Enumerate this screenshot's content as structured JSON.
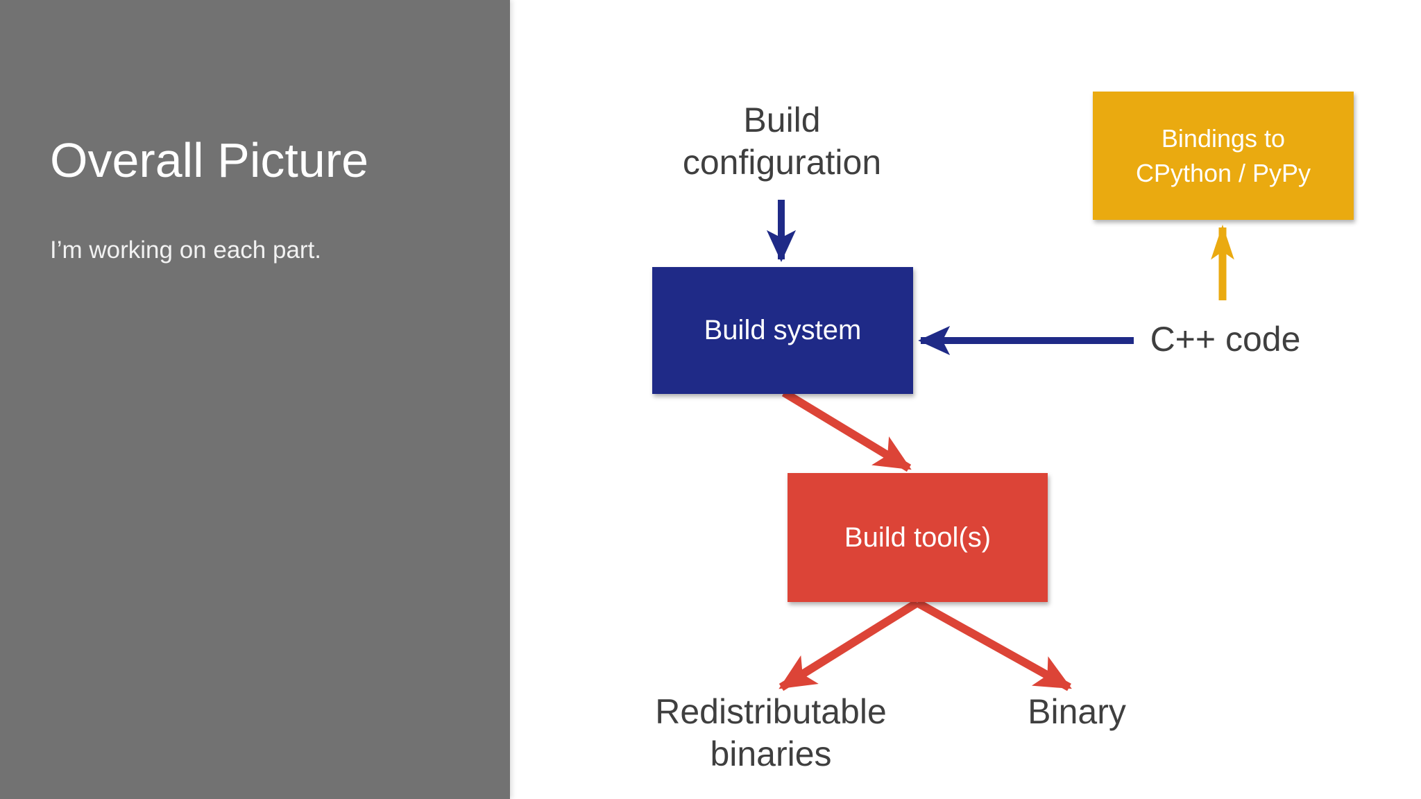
{
  "sidebar": {
    "title": "Overall Picture",
    "subtitle": "I’m working on each part."
  },
  "diagram": {
    "nodes": {
      "build_configuration": {
        "label": "Build\nconfiguration"
      },
      "build_system": {
        "label": "Build system"
      },
      "bindings": {
        "label": "Bindings to\nCPython / PyPy"
      },
      "cpp_code": {
        "label": "C++ code"
      },
      "build_tools": {
        "label": "Build tool(s)"
      },
      "redistributable": {
        "label": "Redistributable\nbinaries"
      },
      "binary": {
        "label": "Binary"
      }
    },
    "arrows": [
      {
        "name": "build-configuration-to-build-system",
        "color": "blue"
      },
      {
        "name": "cpp-code-to-build-system",
        "color": "blue"
      },
      {
        "name": "cpp-code-to-bindings",
        "color": "yellow"
      },
      {
        "name": "build-system-to-build-tools",
        "color": "red"
      },
      {
        "name": "build-tools-to-redistributable-binaries",
        "color": "red"
      },
      {
        "name": "build-tools-to-binary",
        "color": "red"
      }
    ],
    "colors": {
      "sidebar": "#727272",
      "blue": "#1F2A87",
      "red": "#DC4437",
      "yellow": "#EAAA10",
      "text": "#3F3F3F"
    }
  }
}
